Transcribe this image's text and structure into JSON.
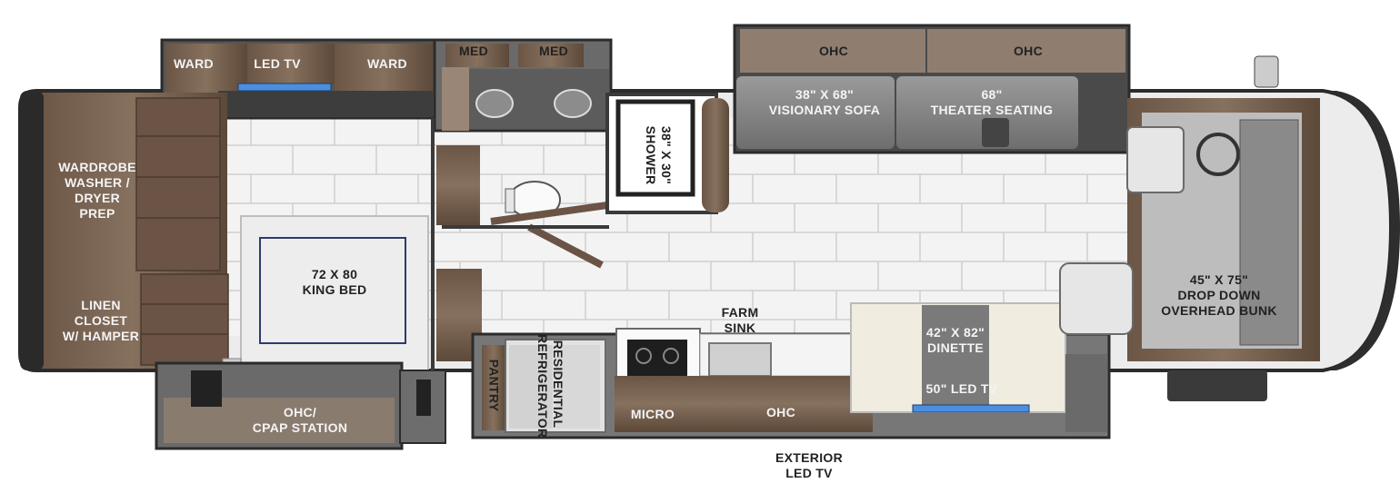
{
  "labels": {
    "ward_left": "WARD",
    "led_tv_bedroom": "LED TV",
    "ward_right": "WARD",
    "med_1": "MED",
    "med_2": "MED",
    "ohc_sofa": "OHC",
    "ohc_theater": "OHC",
    "sofa": "38\" X 68\"\nVISIONARY SOFA",
    "theater": "68\"\nTHEATER SEATING",
    "shower": "38\" X 30\"\nSHOWER",
    "wardrobe": "WARDROBE\nWASHER /\nDRYER\nPREP",
    "linen": "LINEN\nCLOSET\nW/ HAMPER",
    "king_bed": "72 X 80\nKING BED",
    "cpap": "OHC/\nCPAP STATION",
    "pantry": "PANTRY",
    "refrigerator": "RESIDENTIAL\nREFRIGERATOR",
    "micro": "MICRO",
    "ohc_kitchen": "OHC",
    "farm_sink": "FARM\nSINK",
    "dinette": "42\" X 82\"\nDINETTE",
    "led_tv_dinette": "50\" LED TV",
    "bunk": "45\" X 75\"\nDROP DOWN\nOVERHEAD BUNK",
    "exterior_tv": "EXTERIOR\nLED TV"
  },
  "colors": {
    "wall": "#3a3a3a",
    "wood_dark": "#5e4a3b",
    "wood_mid": "#7d6553",
    "floor_tile": "#f3f3f3",
    "tile_grout": "#c9c9c9",
    "sofa": "#8a8a8a",
    "cabinet_top": "#8f7e70",
    "bed": "#efefef",
    "tv_blue": "#4a8fe0",
    "countertop": "#5c5c5c"
  }
}
